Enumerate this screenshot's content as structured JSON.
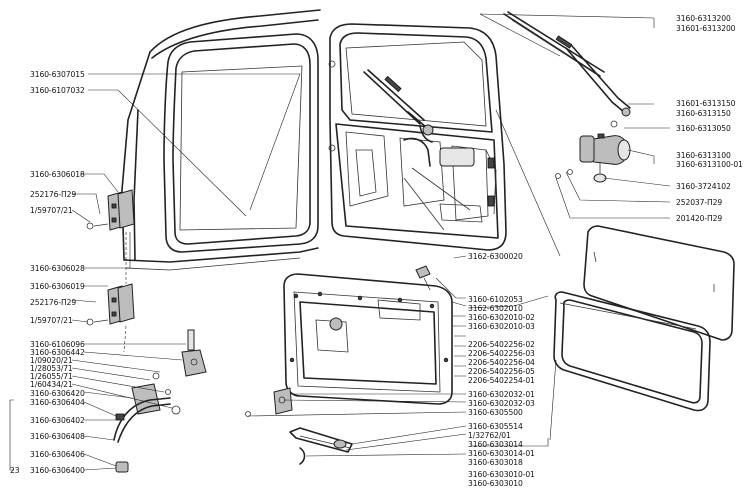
{
  "labels": {
    "right": [
      "3160-6313200",
      "31601-6313200",
      "31601-6313150",
      "3160-6313150",
      "3160-6313050",
      "3160-6313100",
      "3160-6313100-01",
      "3160-3724102",
      "252037-П29",
      "201420-П29",
      "3162-6300020",
      "3160-6102053",
      "3162-6302010",
      "3160-6302010-02",
      "3160-6302010-03",
      "2206-5402256-02",
      "2206-5402256-03",
      "2206-5402256-04",
      "2206-5402256-05",
      "2206-5402254-01",
      "3160-6302032-01",
      "3160-6302032-03",
      "3160-6305500",
      "3160-6305514",
      "1/32762/01",
      "3160-6303014",
      "3160-6303014-01",
      "3160-6303018",
      "3160-6303010-01",
      "3160-6303010"
    ],
    "left": [
      "3160-6307015",
      "3160-6107032",
      "3160-6306018",
      "252176-П29",
      "1/59707/21",
      "3160-6306028",
      "3160-6306019",
      "252176-П29",
      "1/59707/21",
      "3160-6106096",
      "3160-6306442",
      "1/09020/21",
      "1/28053/71",
      "1/26055/71",
      "1/60434/21",
      "3160-6306420",
      "3160-6306404",
      "3160-6306402",
      "3160-6306408",
      "3160-6306406",
      "3160-6306400"
    ],
    "group_number": "23"
  }
}
